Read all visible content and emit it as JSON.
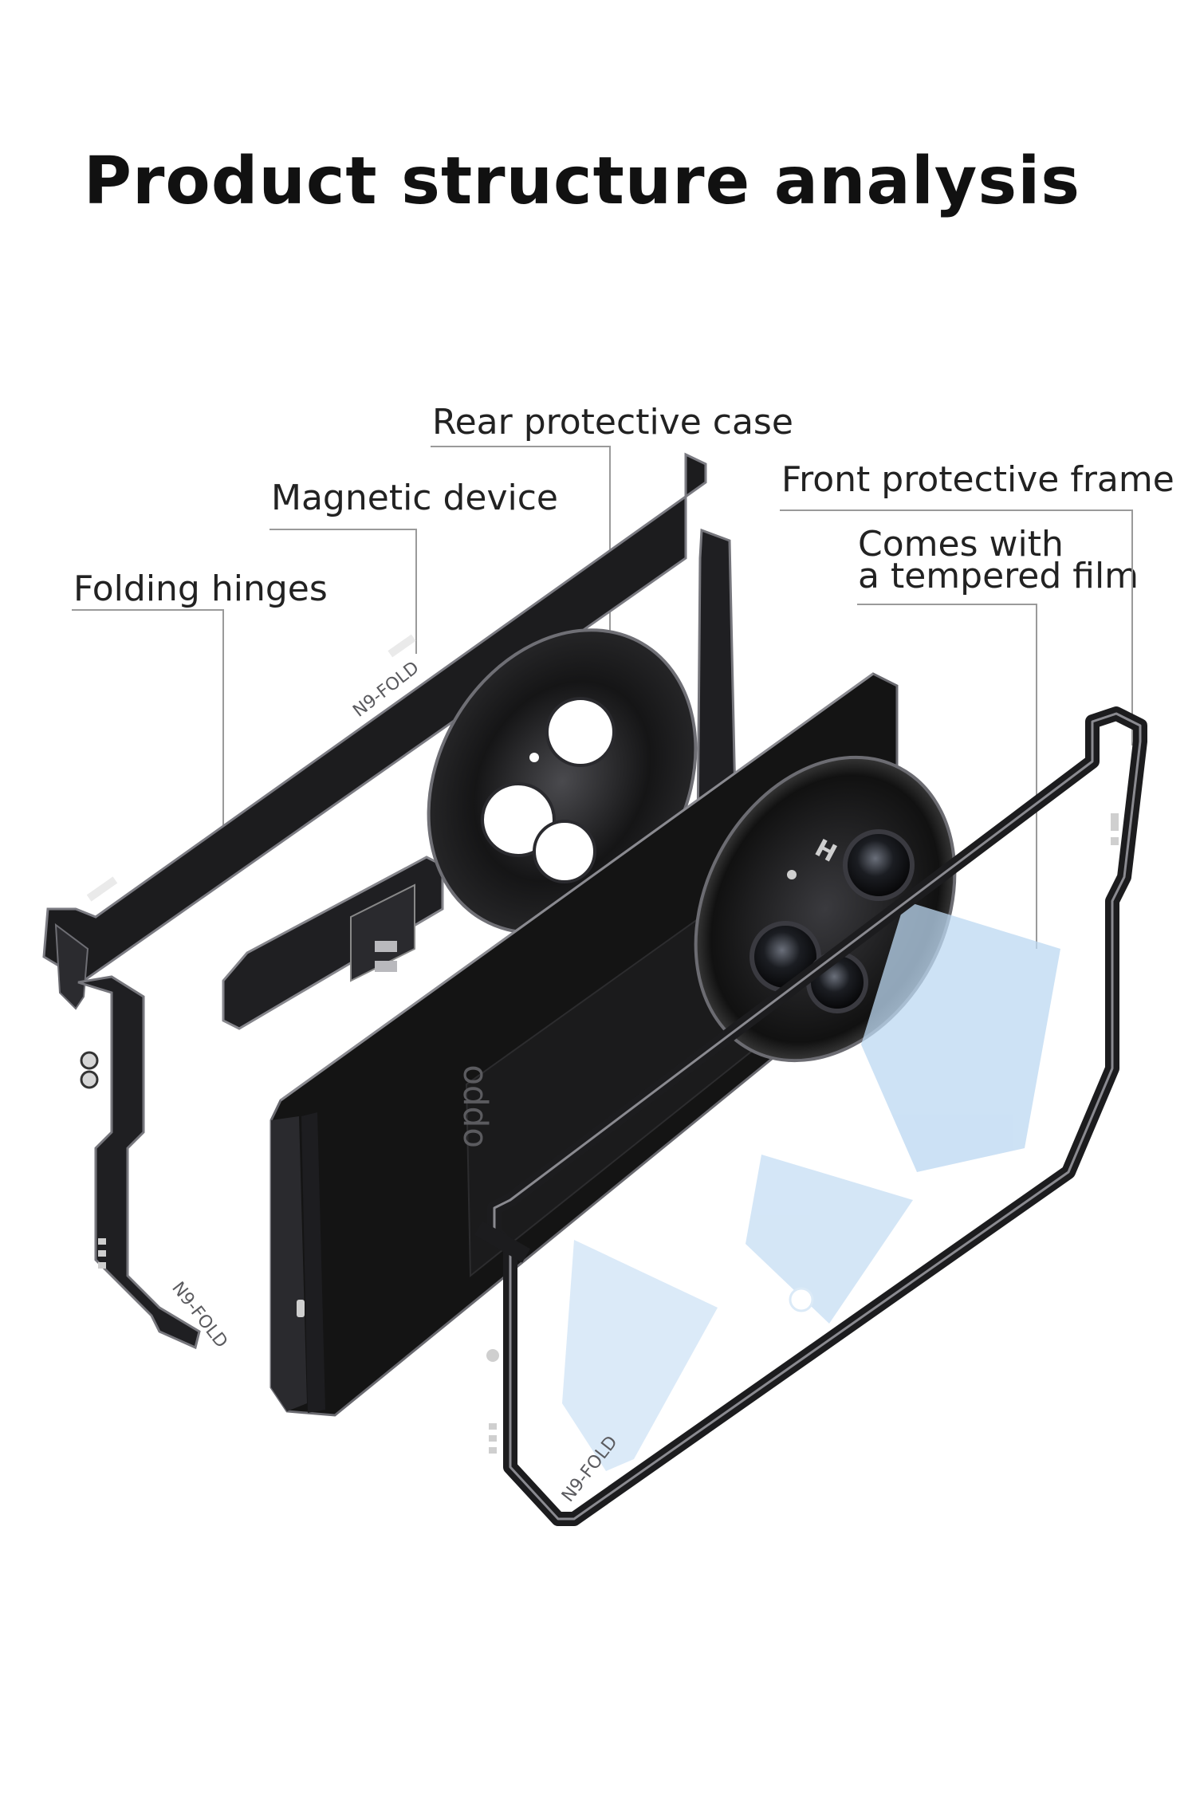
{
  "title": "Product structure analysis",
  "labels": {
    "rear_case": "Rear protective case",
    "magnetic": "Magnetic device",
    "hinges": "Folding hinges",
    "front_frame": "Front protective frame",
    "film_line1": "Comes with",
    "film_line2": "a tempered film"
  },
  "engravings": {
    "frame_text": "N9-FOLD",
    "brand": "oppo"
  },
  "colors": {
    "frame": "#1c1c1e",
    "frame_highlight": "#8a8a90",
    "phone_body": "#141414",
    "film": "#bcd8f2",
    "leader": "#9a9a9a"
  }
}
